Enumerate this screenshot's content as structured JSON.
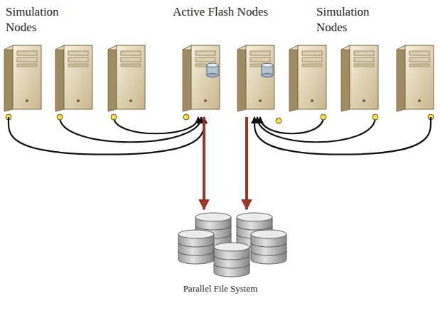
{
  "diagram": {
    "nodes": [
      {
        "text": [
          "Simulation Nodes"
        ]
      },
      {
        "text": [
          "Active Flash Nodes"
        ]
      },
      {
        "text": [
          "Simulation Nodes"
        ]
      },
      {
        "text": [
          "Parallel File System"
        ]
      }
    ],
    "edges": [
      {
        "from": 0,
        "to": 1,
        "arrow": "to"
      },
      {
        "from": 2,
        "to": 1,
        "arrow": "to"
      },
      {
        "from": 1,
        "to": 3,
        "arrow": "to"
      },
      {
        "from": 1,
        "to": 3,
        "arrow": "to"
      }
    ]
  }
}
